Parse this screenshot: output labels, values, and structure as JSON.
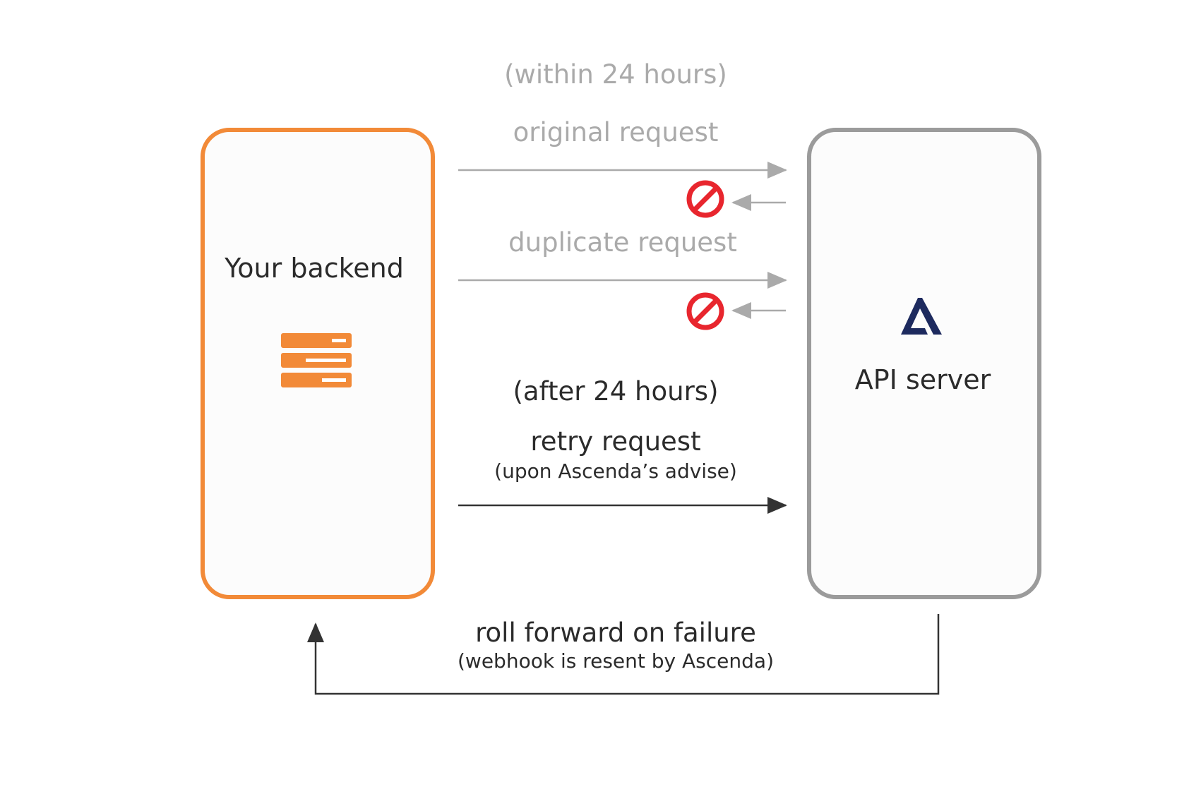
{
  "colors": {
    "background": "#ffffff",
    "backend_border": "#f28a38",
    "server_border": "#9b9b9b",
    "box_fill": "#fcfcfc",
    "faded_text": "#aaaaaa",
    "faded_arrow": "#aaaaaa",
    "dark_text": "#2b2b2b",
    "dark_arrow": "#333333",
    "block_icon": "#e8262e",
    "server_icon": "#f28a38",
    "logo": "#1d2a5e"
  },
  "icons": {
    "backend": "server-stack-icon",
    "server": "ascenda-logo-icon",
    "rejection": "prohibited-icon"
  },
  "backend": {
    "label": "Your backend"
  },
  "server": {
    "label": "API server"
  },
  "within_window": {
    "label": "(within 24 hours)",
    "original_request": "original request",
    "duplicate_request": "duplicate request"
  },
  "after_window": {
    "label": "(after 24 hours)",
    "retry_request": "retry request",
    "retry_note": "(upon Ascenda’s advise)"
  },
  "roll_forward": {
    "label": "roll forward on failure",
    "note": "(webhook is resent by Ascenda)"
  }
}
